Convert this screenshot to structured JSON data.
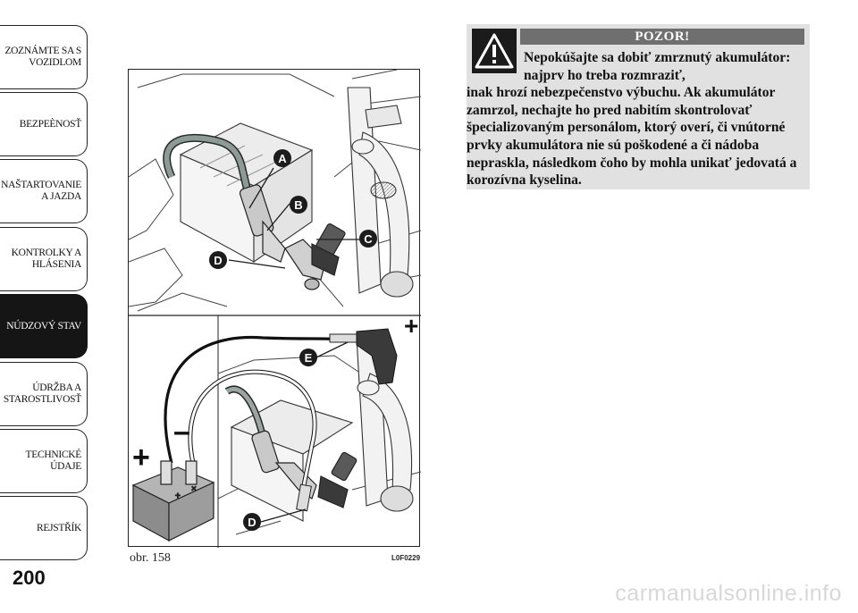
{
  "side_tabs": [
    {
      "label": "ZOZNÁMTE SA S\nVOZIDLOM",
      "active": false
    },
    {
      "label": "BEZPEÈNOSŤ",
      "active": false
    },
    {
      "label": "NAŠTARTOVANIE\nA JAZDA",
      "active": false
    },
    {
      "label": "KONTROLKY A\nHLÁSENIA",
      "active": false
    },
    {
      "label": "NÚDZOVÝ STAV",
      "active": true
    },
    {
      "label": "ÚDRŽBA A\nSTAROSTLIVOSŤ",
      "active": false
    },
    {
      "label": "TECHNICKÉ\nÚDAJE",
      "active": false
    },
    {
      "label": "REJSTŘÍK",
      "active": false
    }
  ],
  "page_number": "200",
  "figure": {
    "caption": "obr. 158",
    "code": "L0F0229",
    "callouts": {
      "a": "A",
      "b": "B",
      "c": "C",
      "d_top": "D",
      "e": "E",
      "d_bottom": "D"
    },
    "signs": {
      "plus_car": "+",
      "plus_battery": "+",
      "minus_battery": "–"
    }
  },
  "warning": {
    "title": "POZOR!",
    "lead": "Nepokúšajte sa dobiť zmrznutý akumulátor: najprv ho treba rozmraziť,",
    "body": "inak hrozí nebezpečenstvo výbuchu. Ak akumulátor zamrzol, nechajte ho pred nabitím skontrolovať špecializovaným personálom, ktorý overí, či vnútorné prvky akumulátora nie sú poškodené a či nádoba nepraskla, následkom čoho by mohla unikať jedovatá a korozívna kyselina."
  },
  "watermark": "carmanualsonline.info",
  "colors": {
    "warning_bg": "#e1e1e1",
    "warning_header": "#6f6f6f",
    "active_tab": "#151515",
    "callout": "#1c1c1c"
  }
}
